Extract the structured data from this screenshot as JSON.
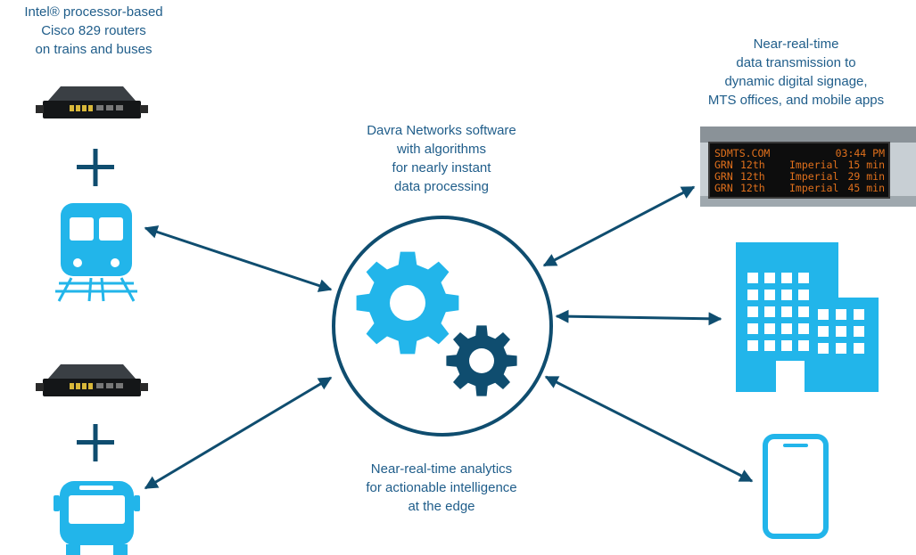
{
  "labels": {
    "routers": "Intel® processor-based\nCisco 829 routers\non trains and buses",
    "davra": "Davra Networks software\nwith algorithms\nfor nearly instant\ndata processing",
    "analytics": "Near-real-time analytics\nfor actionable intelligence\nat the edge",
    "signage": "Near-real-time\ndata transmission to\ndynamic digital signage,\nMTS offices, and mobile apps"
  },
  "sign": {
    "header_left": "SDMTS.COM",
    "header_right": "03:44 PM",
    "rows": [
      {
        "route": "GRN",
        "stop": "12th",
        "dest": "Imperial",
        "time": "15 min"
      },
      {
        "route": "GRN",
        "stop": "12th",
        "dest": "Imperial",
        "time": "29 min"
      },
      {
        "route": "GRN",
        "stop": "12th",
        "dest": "Imperial",
        "time": "45 min"
      }
    ]
  },
  "icons": {
    "router": "router-icon",
    "plus": "plus-icon",
    "train": "train-icon",
    "bus": "bus-icon",
    "gear_large": "gear-icon",
    "gear_small": "gear-icon",
    "building": "office-building-icon",
    "phone": "mobile-phone-icon"
  },
  "colors": {
    "accent_light": "#22b5ea",
    "accent_dark": "#0f4d6f",
    "text": "#1f5d8a",
    "sign_text": "#e0701c"
  }
}
